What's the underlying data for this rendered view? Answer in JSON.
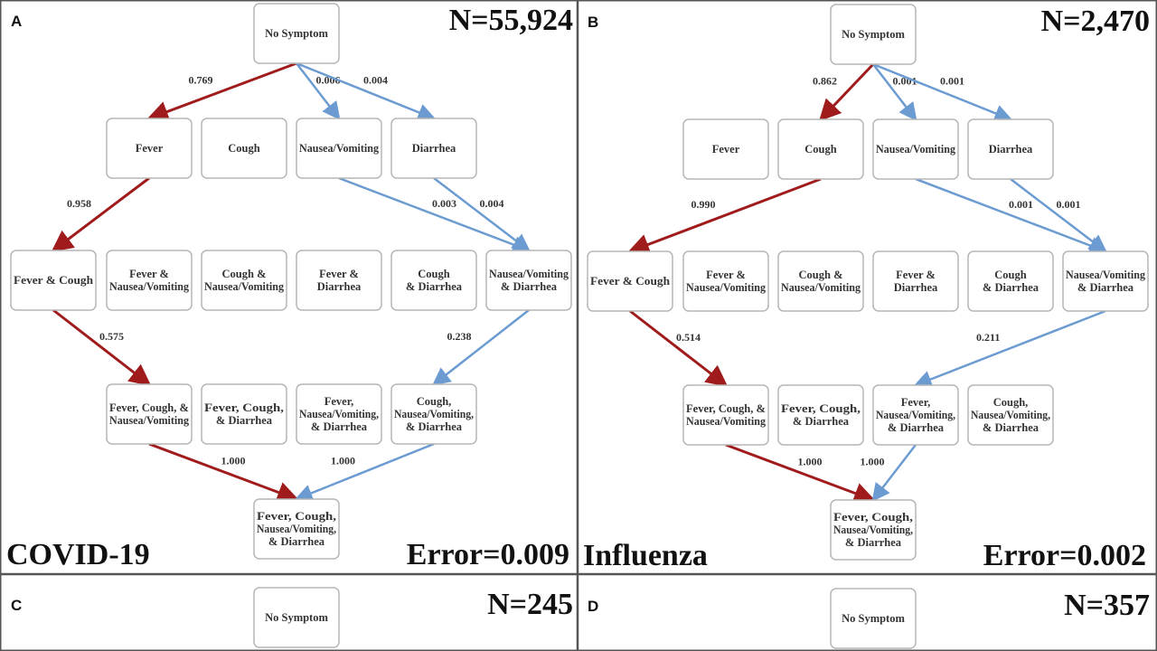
{
  "colors": {
    "red": "#a01c1c",
    "blue": "#6b9bd1",
    "border": "#b5b5b5",
    "divider": "#555555"
  },
  "panels": [
    {
      "id": "A",
      "letter": "A",
      "n": "N=55,924",
      "disease": "COVID-19",
      "error": "Error=0.009",
      "nodes": {
        "ns": [
          "No Symptom"
        ],
        "f": [
          "Fever"
        ],
        "c": [
          "Cough"
        ],
        "nv": [
          "Nausea/Vomiting"
        ],
        "d": [
          "Diarrhea"
        ],
        "fc": [
          "Fever & Cough"
        ],
        "fnv": [
          "Fever &",
          "Nausea/Vomiting"
        ],
        "cnv": [
          "Cough &",
          "Nausea/Vomiting"
        ],
        "fd": [
          "Fever &",
          "Diarrhea"
        ],
        "cd": [
          "Cough",
          "& Diarrhea"
        ],
        "nvd": [
          "Nausea/Vomiting",
          "& Diarrhea"
        ],
        "fcnv": [
          "Fever, Cough, &",
          "Nausea/Vomiting"
        ],
        "fcd": [
          "Fever, Cough,",
          "& Diarrhea"
        ],
        "fnvd": [
          "Fever,",
          "Nausea/Vomiting,",
          "& Diarrhea"
        ],
        "cnvd": [
          "Cough,",
          "Nausea/Vomiting,",
          "& Diarrhea"
        ],
        "all": [
          "Fever, Cough,",
          "Nausea/Vomiting,",
          "& Diarrhea"
        ]
      },
      "edges": [
        {
          "from": "ns",
          "to": "f",
          "p": "0.769",
          "color": "red"
        },
        {
          "from": "ns",
          "to": "nv",
          "p": "0.006",
          "color": "blue"
        },
        {
          "from": "ns",
          "to": "d",
          "p": "0.004",
          "color": "blue"
        },
        {
          "from": "f",
          "to": "fc",
          "p": "0.958",
          "color": "red"
        },
        {
          "from": "nv",
          "to": "nvd",
          "p": "0.003",
          "color": "blue"
        },
        {
          "from": "d",
          "to": "nvd",
          "p": "0.004",
          "color": "blue"
        },
        {
          "from": "fc",
          "to": "fcnv",
          "p": "0.575",
          "color": "red"
        },
        {
          "from": "nvd",
          "to": "cnvd",
          "p": "0.238",
          "color": "blue"
        },
        {
          "from": "fcnv",
          "to": "all",
          "p": "1.000",
          "color": "red"
        },
        {
          "from": "cnvd",
          "to": "all",
          "p": "1.000",
          "color": "blue"
        }
      ]
    },
    {
      "id": "B",
      "letter": "B",
      "n": "N=2,470",
      "disease": "Influenza",
      "error": "Error=0.002",
      "nodes": {
        "ns": [
          "No Symptom"
        ],
        "f": [
          "Fever"
        ],
        "c": [
          "Cough"
        ],
        "nv": [
          "Nausea/Vomiting"
        ],
        "d": [
          "Diarrhea"
        ],
        "fc": [
          "Fever & Cough"
        ],
        "fnv": [
          "Fever &",
          "Nausea/Vomiting"
        ],
        "cnv": [
          "Cough &",
          "Nausea/Vomiting"
        ],
        "fd": [
          "Fever &",
          "Diarrhea"
        ],
        "cd": [
          "Cough",
          "& Diarrhea"
        ],
        "nvd": [
          "Nausea/Vomiting",
          "& Diarrhea"
        ],
        "fcnv": [
          "Fever, Cough, &",
          "Nausea/Vomiting"
        ],
        "fcd": [
          "Fever, Cough,",
          "& Diarrhea"
        ],
        "fnvd": [
          "Fever,",
          "Nausea/Vomiting,",
          "& Diarrhea"
        ],
        "cnvd": [
          "Cough,",
          "Nausea/Vomiting,",
          "& Diarrhea"
        ],
        "all": [
          "Fever, Cough,",
          "Nausea/Vomiting,",
          "& Diarrhea"
        ]
      },
      "edges": [
        {
          "from": "ns",
          "to": "c",
          "p": "0.862",
          "color": "red"
        },
        {
          "from": "ns",
          "to": "nv",
          "p": "0.001",
          "color": "blue"
        },
        {
          "from": "ns",
          "to": "d",
          "p": "0.001",
          "color": "blue"
        },
        {
          "from": "c",
          "to": "fc",
          "p": "0.990",
          "color": "red"
        },
        {
          "from": "nv",
          "to": "nvd",
          "p": "0.001",
          "color": "blue"
        },
        {
          "from": "d",
          "to": "nvd",
          "p": "0.001",
          "color": "blue"
        },
        {
          "from": "fc",
          "to": "fcnv",
          "p": "0.514",
          "color": "red"
        },
        {
          "from": "nvd",
          "to": "fnvd",
          "p": "0.211",
          "color": "blue"
        },
        {
          "from": "fcnv",
          "to": "all",
          "p": "1.000",
          "color": "red"
        },
        {
          "from": "fnvd",
          "to": "all",
          "p": "1.000",
          "color": "blue"
        }
      ]
    },
    {
      "id": "C",
      "letter": "C",
      "n": "N=245",
      "nodes": {
        "ns": [
          "No Symptom"
        ]
      },
      "edges": []
    },
    {
      "id": "D",
      "letter": "D",
      "n": "N=357",
      "nodes": {
        "ns": [
          "No Symptom"
        ]
      },
      "edges": []
    }
  ]
}
